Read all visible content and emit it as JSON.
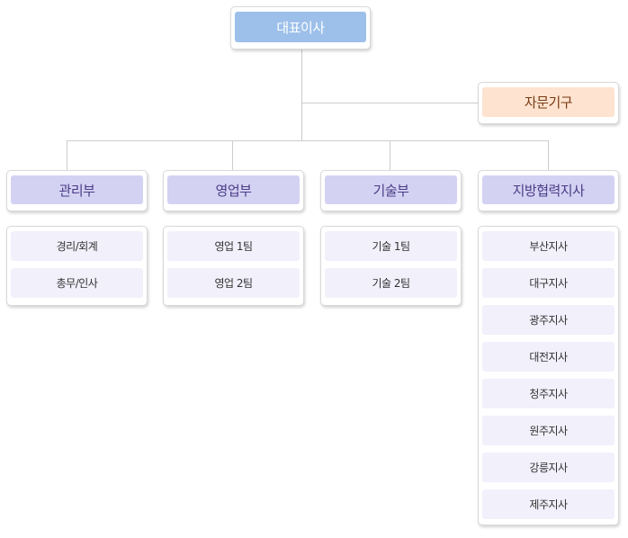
{
  "colors": {
    "ceo_fill": "#9dc0ea",
    "ceo_text": "#ffffff",
    "advisory_fill": "#fde3d0",
    "advisory_text": "#7a3a12",
    "dept_fill": "#d4d2f3",
    "dept_text": "#4a3c86",
    "item_fill": "#f1f0fb",
    "line": "#cccccc"
  },
  "ceo": {
    "label": "대표이사"
  },
  "advisory": {
    "label": "자문기구"
  },
  "departments": [
    {
      "label": "관리부",
      "items": [
        "경리/회계",
        "총무/인사"
      ]
    },
    {
      "label": "영업부",
      "items": [
        "영업 1팀",
        "영업 2팀"
      ]
    },
    {
      "label": "기술부",
      "items": [
        "기술 1팀",
        "기술 2팀"
      ]
    },
    {
      "label": "지방협력지사",
      "items": [
        "부산지사",
        "대구지사",
        "광주지사",
        "대전지사",
        "청주지사",
        "원주지사",
        "강릉지사",
        "제주지사"
      ]
    }
  ]
}
